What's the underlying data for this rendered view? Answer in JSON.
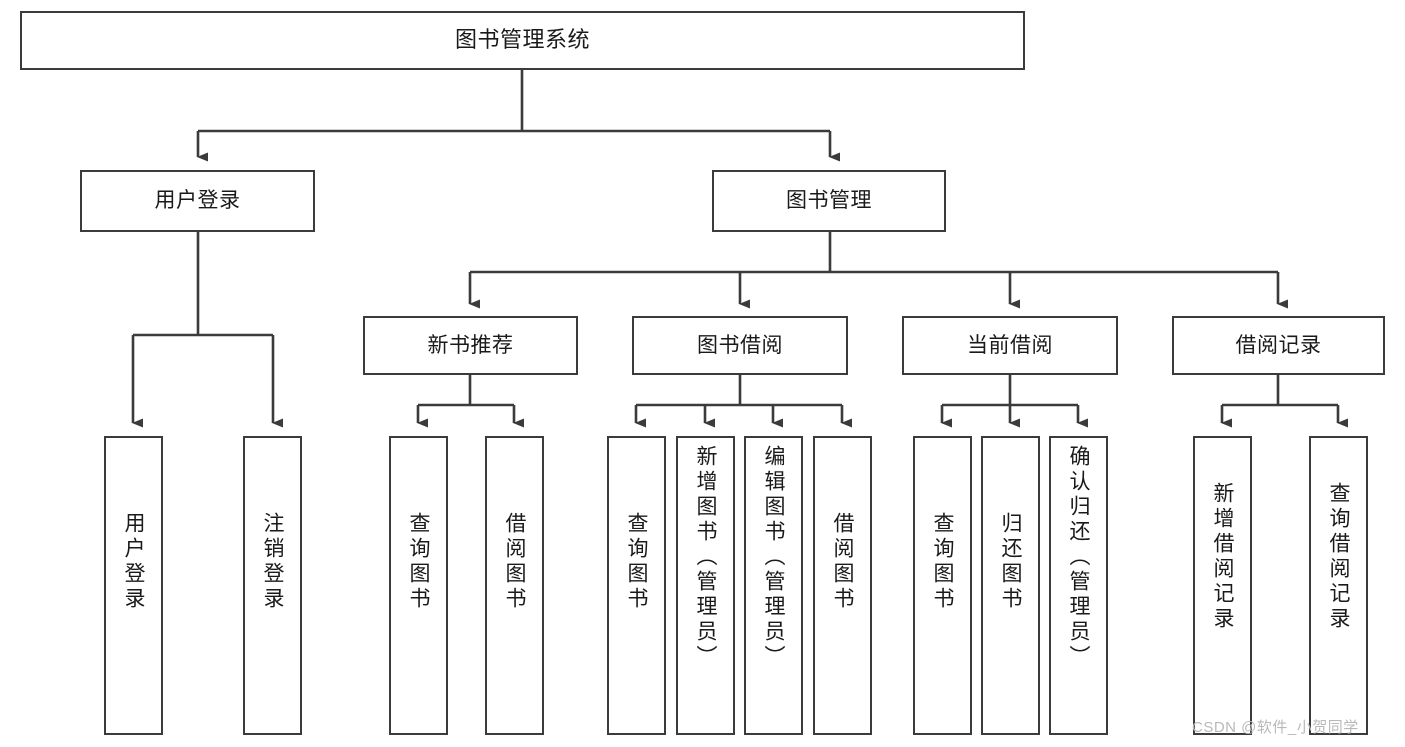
{
  "diagram": {
    "title": "图书管理系统",
    "type": "tree-hierarchy-diagram",
    "root": {
      "label": "图书管理系统"
    },
    "level2": [
      {
        "label": "用户登录"
      },
      {
        "label": "图书管理"
      }
    ],
    "level3": [
      {
        "label": "新书推荐"
      },
      {
        "label": "图书借阅"
      },
      {
        "label": "当前借阅"
      },
      {
        "label": "借阅记录"
      }
    ],
    "leaves": {
      "user_login": [
        {
          "label": "用户登录"
        },
        {
          "label": "注销登录"
        }
      ],
      "new_book_recommend": [
        {
          "label": "查询图书"
        },
        {
          "label": "借阅图书"
        }
      ],
      "book_borrow": [
        {
          "label": "查询图书"
        },
        {
          "label": "新增图书（管理员）"
        },
        {
          "label": "编辑图书（管理员）"
        },
        {
          "label": "借阅图书"
        }
      ],
      "current_borrow": [
        {
          "label": "查询图书"
        },
        {
          "label": "归还图书"
        },
        {
          "label": "确认归还（管理员）"
        }
      ],
      "borrow_record": [
        {
          "label": "新增借阅记录"
        },
        {
          "label": "查询借阅记录"
        }
      ]
    }
  },
  "watermark": {
    "text": "CSDN @软件_小贺同学"
  },
  "colors": {
    "stroke": "#3b3b3b",
    "background": "#ffffff",
    "text": "#1a1a1a",
    "watermark": "#b9b9b9"
  }
}
